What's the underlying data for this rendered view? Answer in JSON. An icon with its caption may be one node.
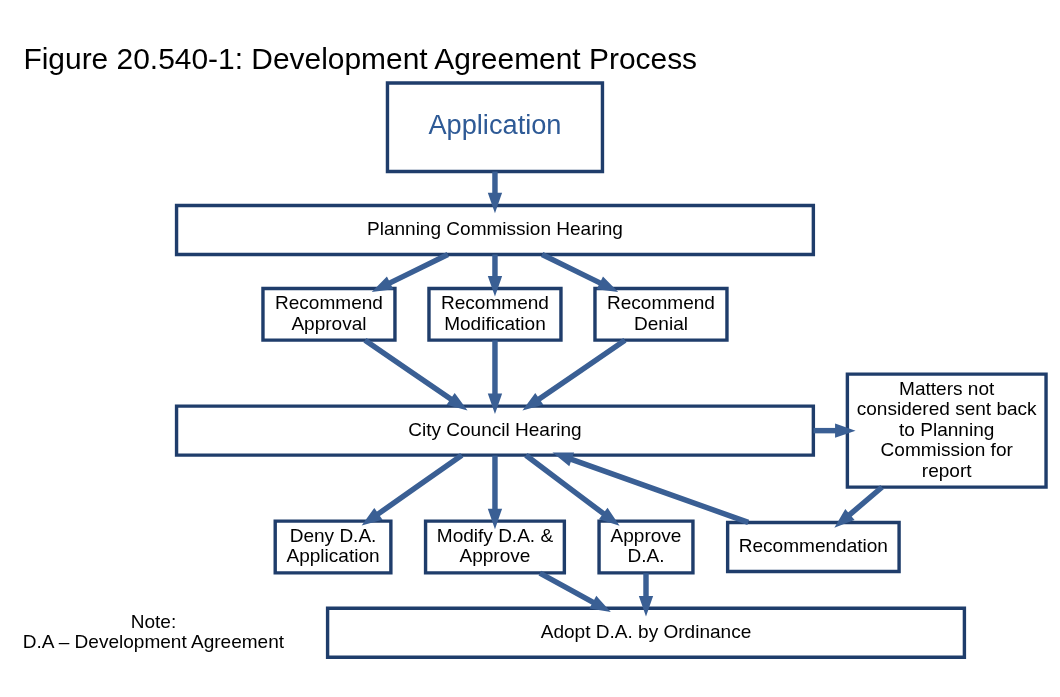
{
  "diagram": {
    "title": "Figure 20.540-1: Development Agreement Process",
    "nodes": [
      {
        "text": [
          "Application"
        ]
      },
      {
        "text": [
          "Planning Commission Hearing"
        ]
      },
      {
        "text": [
          "Recommend Approval"
        ]
      },
      {
        "text": [
          "Recommend Modification"
        ]
      },
      {
        "text": [
          "Recommend Denial"
        ]
      },
      {
        "text": [
          "Matters not considered sent back to Planning Commission for report"
        ]
      },
      {
        "text": [
          "City Council Hearing"
        ]
      },
      {
        "text": [
          "Recommendation"
        ]
      },
      {
        "text": [
          "Approve D.A."
        ]
      },
      {
        "text": [
          "Modify D.A. & Approve"
        ]
      },
      {
        "text": [
          "Deny D.A. Application"
        ]
      },
      {
        "text": [
          "Adopt D.A. by Ordinance"
        ]
      }
    ],
    "edges": [
      {
        "from": 0,
        "to": 1,
        "arrow": "to"
      },
      {
        "from": 1,
        "to": 2,
        "arrow": "to"
      },
      {
        "from": 1,
        "to": 3,
        "arrow": "to"
      },
      {
        "from": 1,
        "to": 4,
        "arrow": "to"
      },
      {
        "from": 2,
        "to": 6,
        "arrow": "to"
      },
      {
        "from": 3,
        "to": 6,
        "arrow": "to"
      },
      {
        "from": 4,
        "to": 6,
        "arrow": "to"
      },
      {
        "from": 6,
        "to": 5,
        "arrow": "to"
      },
      {
        "from": 5,
        "to": 7,
        "arrow": "to"
      },
      {
        "from": 7,
        "to": 6,
        "arrow": "to"
      },
      {
        "from": 6,
        "to": 8,
        "arrow": "to"
      },
      {
        "from": 6,
        "to": 9,
        "arrow": "to"
      },
      {
        "from": 6,
        "to": 10,
        "arrow": "to"
      },
      {
        "from": 8,
        "to": 11,
        "arrow": "to"
      },
      {
        "from": 9,
        "to": 11,
        "arrow": "to"
      }
    ],
    "labels": [
      "Note:",
      "D.A – Development Agreement"
    ]
  }
}
